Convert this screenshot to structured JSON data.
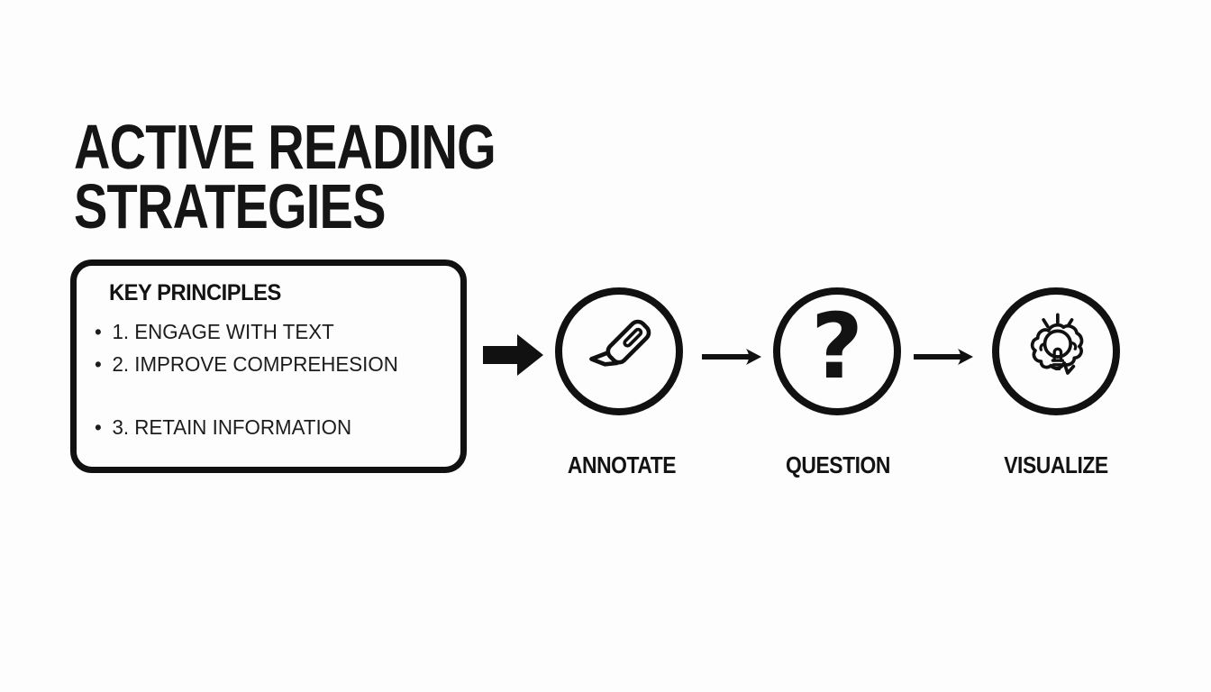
{
  "page": {
    "background_color": "#fdfdfd",
    "ink_color": "#111111"
  },
  "title": {
    "line1": "ACTIVE READING",
    "line2": "STRATEGIES"
  },
  "principles_box": {
    "heading": "KEY PRINCIPLES",
    "items": [
      {
        "bullet": "•",
        "label": "1. ENGAGE WITH TEXT"
      },
      {
        "bullet": "•",
        "label": "2. IMPROVE COMPREHESION"
      },
      {
        "bullet": "•",
        "label": "3. RETAIN INFORMATION"
      }
    ]
  },
  "flow": {
    "question_glyph": "?",
    "steps": [
      {
        "icon": "highlighter-icon",
        "label": "ANNOTATE"
      },
      {
        "icon": "question-mark-icon",
        "label": "QUESTION"
      },
      {
        "icon": "brain-lightbulb-icon",
        "label": "VISUALIZE"
      }
    ]
  }
}
